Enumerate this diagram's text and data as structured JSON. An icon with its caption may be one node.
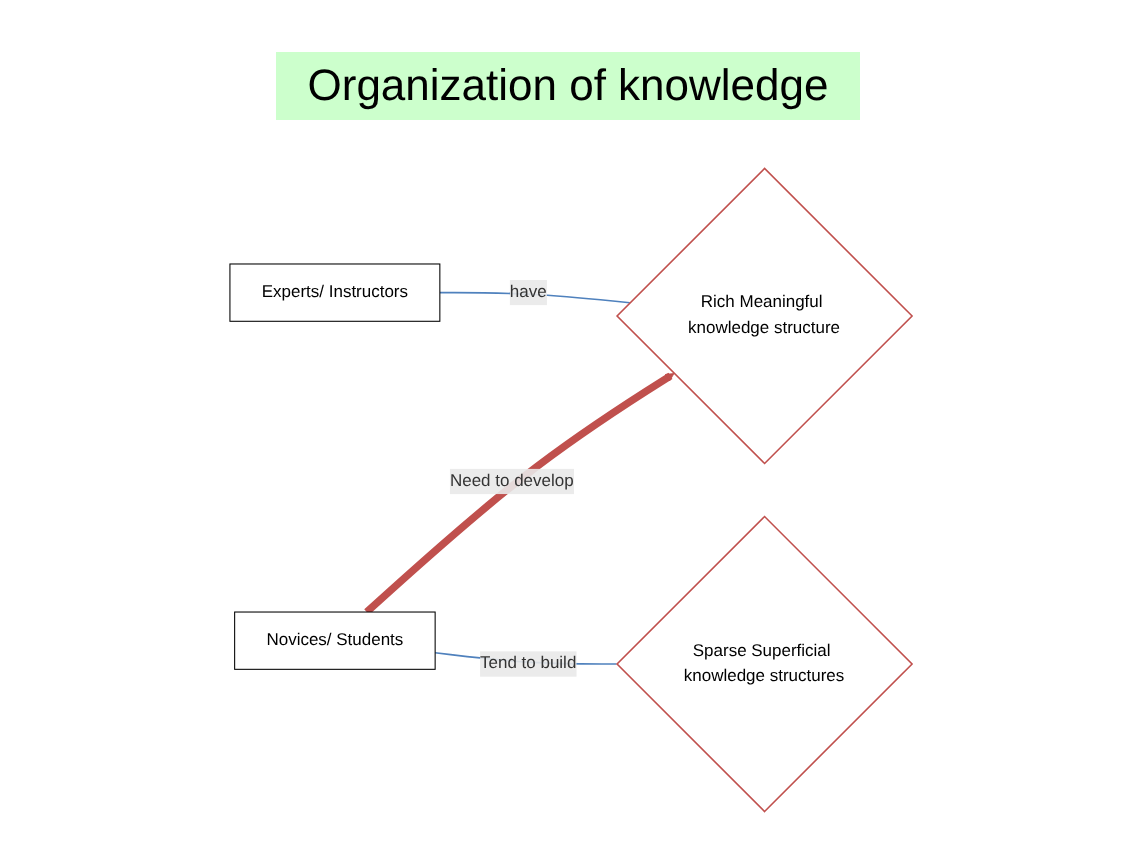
{
  "diagram": {
    "title": "Organization of knowledge",
    "nodes": [
      {
        "text": [
          "Experts/ Instructors"
        ]
      },
      {
        "text": [
          "Rich Meaningful knowledge structure"
        ]
      },
      {
        "text": [
          "Novices/ Students"
        ]
      },
      {
        "text": [
          "Sparse Superficial knowledge structures"
        ]
      }
    ],
    "edges": [
      {
        "from": 0,
        "to": 1,
        "arrow": "none",
        "label": "have"
      },
      {
        "from": 2,
        "to": 1,
        "arrow": "to",
        "label": "Need to develop",
        "style": "thick",
        "color": "#c0504d"
      },
      {
        "from": 2,
        "to": 3,
        "arrow": "none",
        "label": "Tend to build"
      }
    ]
  }
}
